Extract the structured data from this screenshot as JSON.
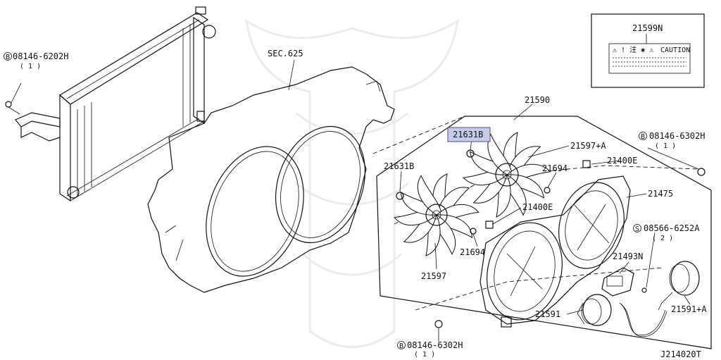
{
  "diagram_id": "J214020T",
  "labels": {
    "bolt_top_left": "08146-6202H",
    "bolt_top_left_qty": "( 1 )",
    "bolt_top_left_prefix": "B",
    "sec": "SEC.625",
    "caution_part": "21599N",
    "caution_text": "CAUTION",
    "shroud_assembly": "21590",
    "selected_nut": "21631B",
    "nut_left": "21631B",
    "fan_right": "21597+A",
    "grommet_top": "21400E",
    "bolt_right": "08146-6302H",
    "bolt_right_qty": "( 1 )",
    "bolt_right_prefix": "B",
    "clip_top": "21694",
    "shroud": "21475",
    "grommet_mid": "21400E",
    "screw": "08566-6252A",
    "screw_qty": "( 2 )",
    "screw_prefix": "S",
    "clip_bottom": "21694",
    "resistor": "21493N",
    "fan_left": "21597",
    "motor_right": "21591+A",
    "motor_left": "21591",
    "bolt_bottom": "08146-6302H",
    "bolt_bottom_qty": "( 1 )",
    "bolt_bottom_prefix": "B"
  },
  "colors": {
    "highlight": "#c7cbe8",
    "line": "#111111"
  }
}
